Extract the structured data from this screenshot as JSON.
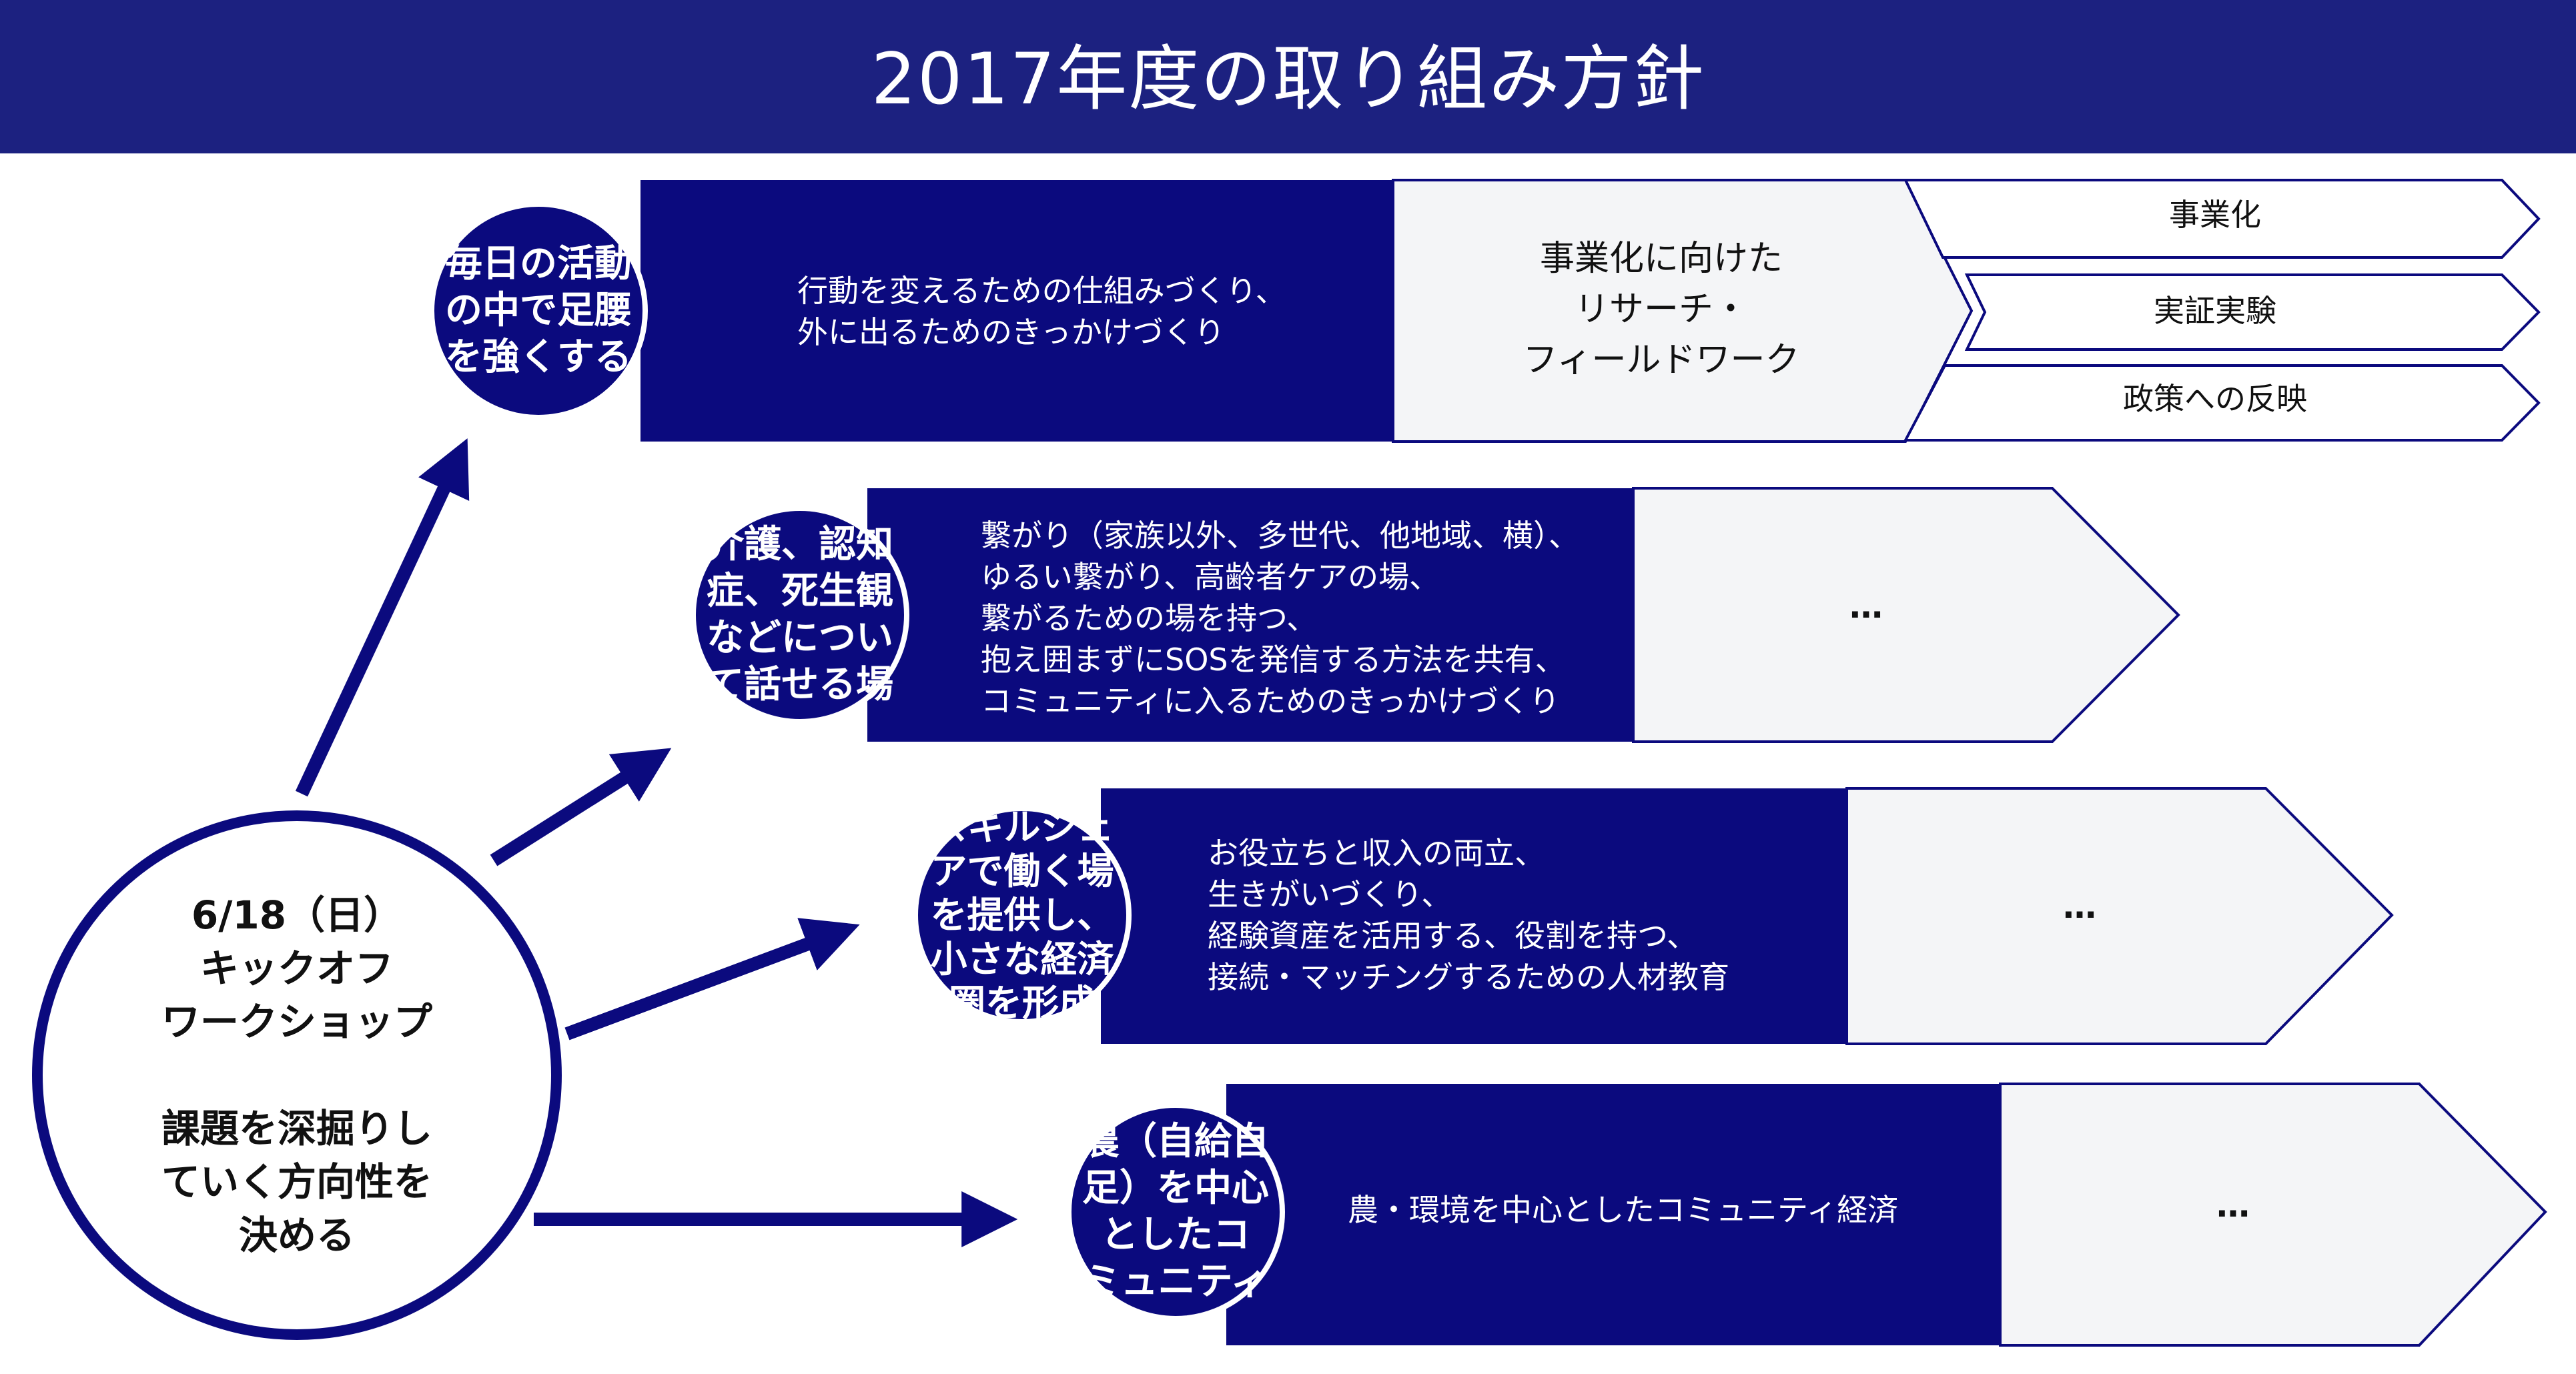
{
  "header": {
    "title": "2017年度の取り組み方針"
  },
  "colors": {
    "navy": "#0b0a7e",
    "header": "#1c2180",
    "panel": "#f4f5f7",
    "text_dark": "#111111"
  },
  "kickoff": {
    "date_line": "6/18（日）",
    "title_line1": "キックオフ",
    "title_line2": "ワークショップ",
    "purpose_line1": "課題を深掘りし",
    "purpose_line2": "ていく方向性を",
    "purpose_line3": "決める"
  },
  "rows": [
    {
      "circle_lines": [
        "毎日の活動",
        "の中で足腰",
        "を強くする"
      ],
      "description_lines": [
        "行動を変えるための仕組みづくり、",
        "外に出るためのきっかけづくり"
      ],
      "next_step_lines": [
        "事業化に向けた",
        "リサーチ・",
        "フィールドワーク"
      ],
      "outcomes": [
        "事業化",
        "実証実験",
        "政策への反映"
      ]
    },
    {
      "circle_lines": [
        "介護、認知",
        "症、死生観",
        "などについ",
        "て話せる場"
      ],
      "description_lines": [
        "繋がり（家族以外、多世代、他地域、横）、",
        "ゆるい繋がり、高齢者ケアの場、",
        "繋がるための場を持つ、",
        "抱え囲まずにSOSを発信する方法を共有、",
        "コミュニティに入るためのきっかけづくり"
      ],
      "next_step": "…"
    },
    {
      "circle_lines": [
        "スキルシェ",
        "アで働く場",
        "を提供し、",
        "小さな経済",
        "圏を形成"
      ],
      "description_lines": [
        "お役立ちと収入の両立、",
        "生きがいづくり、",
        "経験資産を活用する、役割を持つ、",
        "接続・マッチングするための人材教育"
      ],
      "next_step": "…"
    },
    {
      "circle_lines": [
        "農（自給自",
        "足）を中心",
        "としたコ",
        "ミュニティ"
      ],
      "description_lines": [
        "農・環境を中心としたコミュニティ経済"
      ],
      "next_step": "…"
    }
  ]
}
